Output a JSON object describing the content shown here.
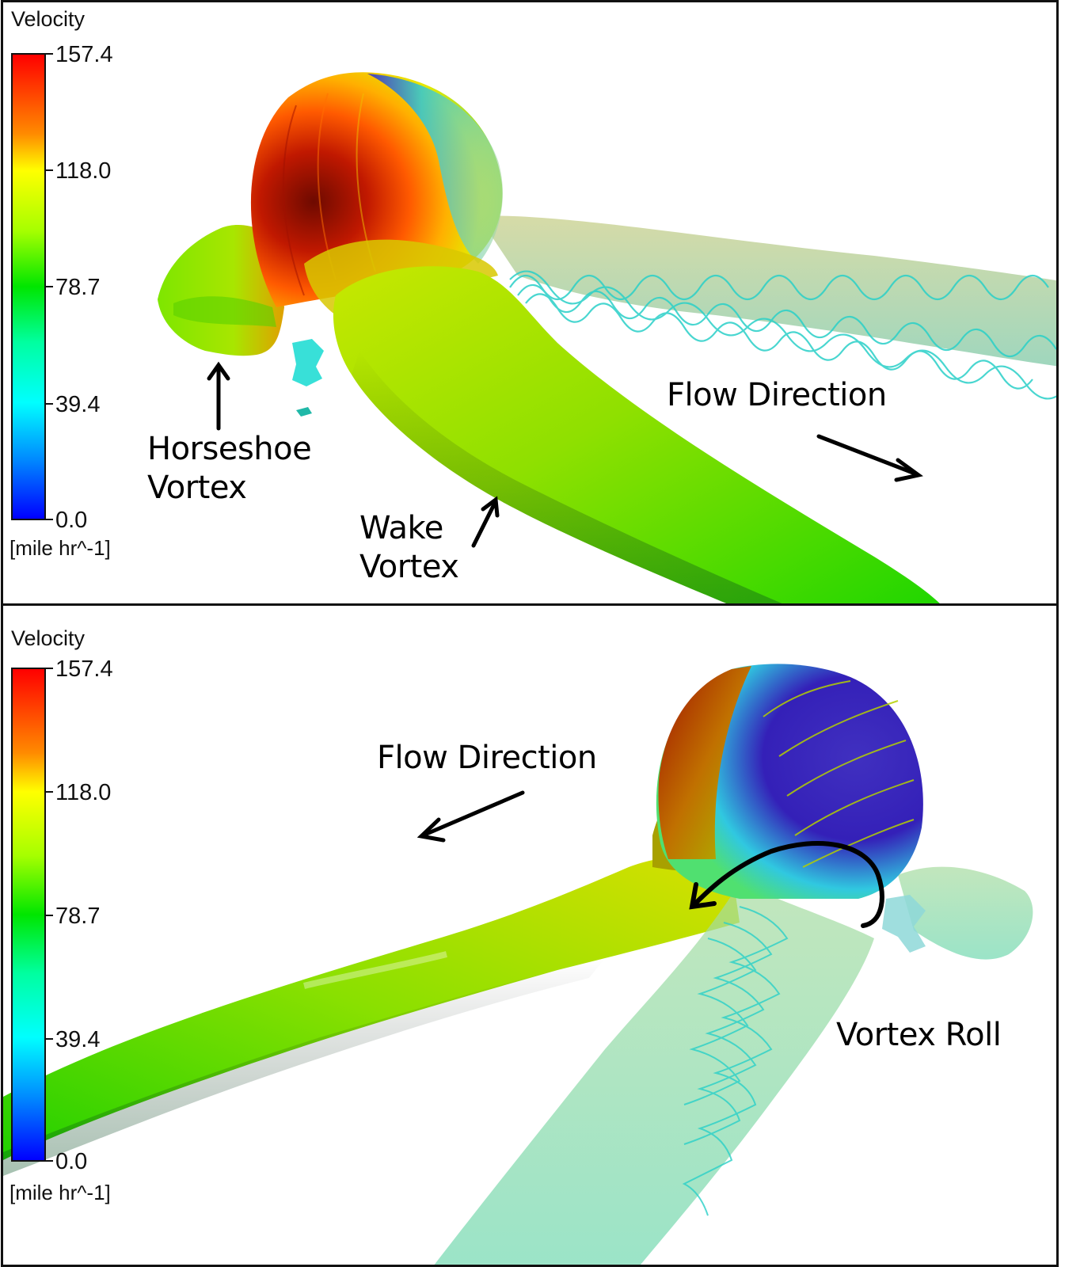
{
  "figure": {
    "panels": [
      {
        "id": "top",
        "legend": {
          "title": "Velocity",
          "ticks": [
            "157.4",
            "118.0",
            "78.7",
            "39.4",
            "0.0"
          ],
          "unit": "[mile hr^-1]"
        },
        "annotations": {
          "horseshoe_line1": "Horseshoe",
          "horseshoe_line2": "Vortex",
          "wake_line1": "Wake",
          "wake_line2": "Vortex",
          "flow_direction": "Flow Direction"
        }
      },
      {
        "id": "bottom",
        "legend": {
          "title": "Velocity",
          "ticks": [
            "157.4",
            "118.0",
            "78.7",
            "39.4",
            "0.0"
          ],
          "unit": "[mile hr^-1]"
        },
        "annotations": {
          "flow_direction": "Flow Direction",
          "vortex_roll": "Vortex Roll"
        }
      }
    ],
    "colormap": {
      "variable": "Velocity",
      "min": 0.0,
      "max": 157.4,
      "unit": "mile hr^-1",
      "stops": [
        "#0000ff",
        "#008cff",
        "#00ffff",
        "#00ffa0",
        "#00e600",
        "#a6ff00",
        "#ffff00",
        "#ff8a00",
        "#ff0000"
      ]
    }
  }
}
